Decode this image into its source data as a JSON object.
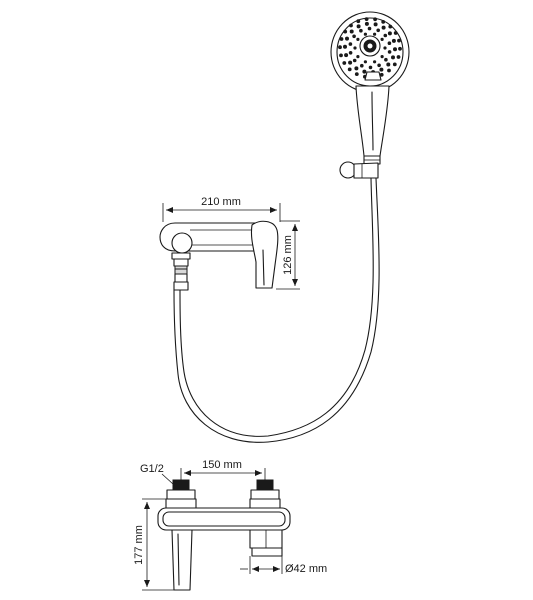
{
  "dimensions": {
    "mixer_width": "210 mm",
    "mixer_height": "126 mm",
    "connection_thread": "G1/2",
    "connection_spacing": "150 mm",
    "overall_height": "177 mm",
    "escutcheon_diameter": "Ø42 mm"
  }
}
